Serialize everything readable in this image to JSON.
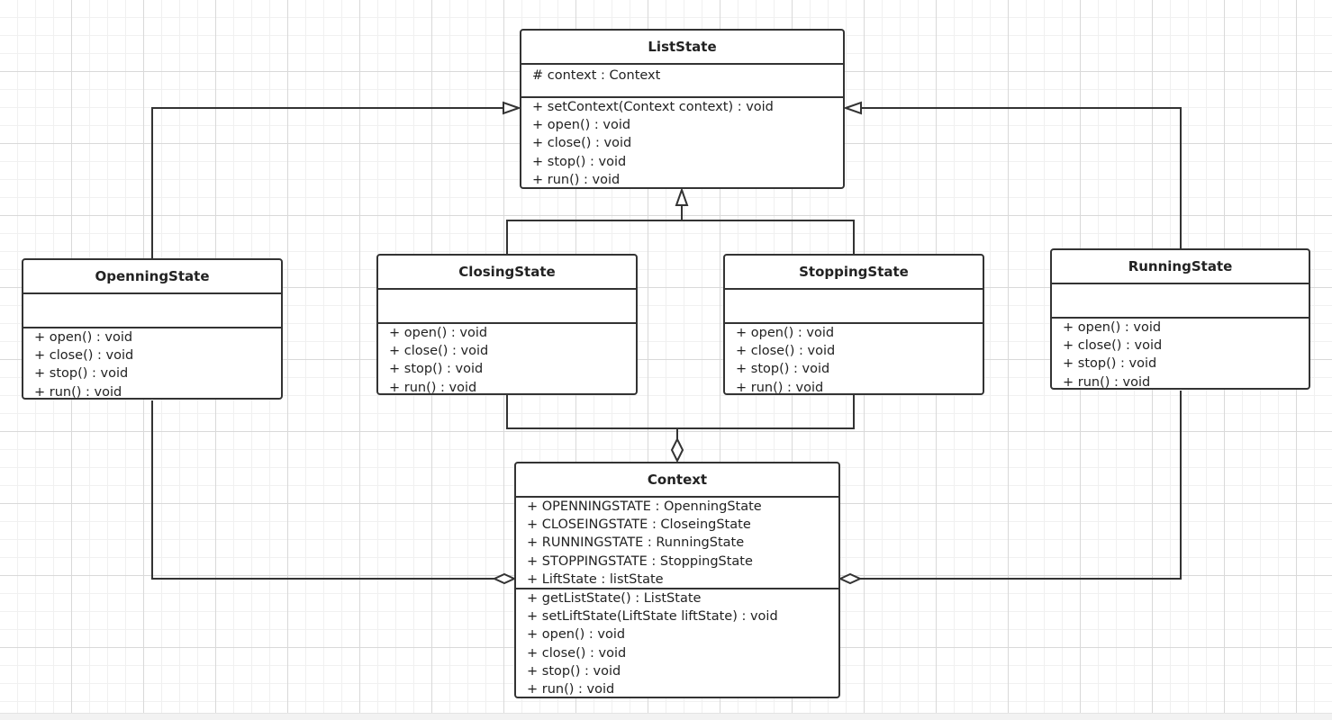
{
  "diagram": {
    "classes": [
      {
        "id": "liststate",
        "name": "ListState",
        "attributes": [
          "# context : Context"
        ],
        "operations": [
          "+ setContext(Context context) : void",
          "+ open() : void",
          "+ close() : void",
          "+ stop() : void",
          "+ run() : void"
        ]
      },
      {
        "id": "openningstate",
        "name": "OpenningState",
        "attributes": [],
        "operations": [
          "+ open() : void",
          "+ close() : void",
          "+ stop() : void",
          "+ run() : void"
        ]
      },
      {
        "id": "closingstate",
        "name": "ClosingState",
        "attributes": [],
        "operations": [
          "+ open() : void",
          "+ close() : void",
          "+ stop() : void",
          "+ run() : void"
        ]
      },
      {
        "id": "stoppingstate",
        "name": "StoppingState",
        "attributes": [],
        "operations": [
          "+ open() : void",
          "+ close() : void",
          "+ stop() : void",
          "+ run() : void"
        ]
      },
      {
        "id": "runningstate",
        "name": "RunningState",
        "attributes": [],
        "operations": [
          "+ open() : void",
          "+ close() : void",
          "+ stop() : void",
          "+ run() : void"
        ]
      },
      {
        "id": "context",
        "name": "Context",
        "attributes": [
          "+ OPENNINGSTATE : OpenningState",
          "+ CLOSEINGSTATE : CloseingState",
          "+ RUNNINGSTATE : RunningState",
          "+ STOPPINGSTATE : StoppingState",
          "+ LiftState : listState"
        ],
        "operations": [
          "+ getListState() : ListState",
          "+ setLiftState(LiftState liftState) : void",
          "+ open() : void",
          "+ close() : void",
          "+ stop() : void",
          "+ run() : void"
        ]
      }
    ],
    "relations": [
      {
        "type": "generalization",
        "from": "openningstate",
        "to": "liststate"
      },
      {
        "type": "generalization",
        "from": "closingstate",
        "to": "liststate"
      },
      {
        "type": "generalization",
        "from": "stoppingstate",
        "to": "liststate"
      },
      {
        "type": "generalization",
        "from": "runningstate",
        "to": "liststate"
      },
      {
        "type": "aggregation",
        "whole": "context",
        "part": "openningstate"
      },
      {
        "type": "aggregation",
        "whole": "context",
        "part": "closingstate"
      },
      {
        "type": "aggregation",
        "whole": "context",
        "part": "stoppingstate"
      },
      {
        "type": "aggregation",
        "whole": "context",
        "part": "runningstate"
      }
    ]
  }
}
